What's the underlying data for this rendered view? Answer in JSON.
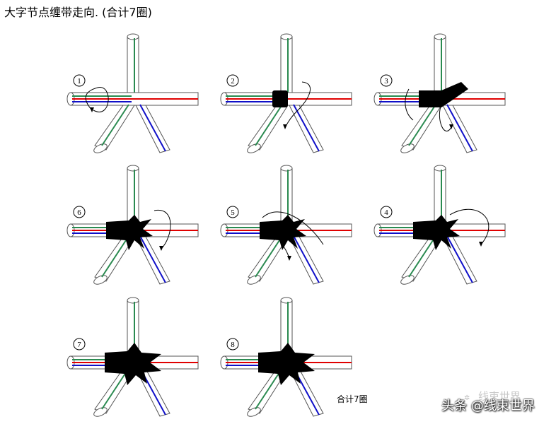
{
  "title": "大字节点缠带走向. (合计7圈)",
  "caption": "合计7圈",
  "watermark": "头条 @线束世界",
  "watermark_faint": "线束世界",
  "colors": {
    "outline": "#555555",
    "wire_red": "#e00000",
    "wire_blue": "#1010c8",
    "wire_green": "#2a8a50",
    "tape": "#000000"
  },
  "panels": [
    {
      "label": "1",
      "tape": "none",
      "arrow": "left-loop"
    },
    {
      "label": "2",
      "tape": "band",
      "arrow": "down-loop"
    },
    {
      "label": "3",
      "tape": "diag",
      "arrow": "cross-loop"
    },
    {
      "label": "6",
      "tape": "star",
      "arrow": "right-loop"
    },
    {
      "label": "5",
      "tape": "star",
      "arrow": "over-loop"
    },
    {
      "label": "4",
      "tape": "star",
      "arrow": "far-loop"
    },
    {
      "label": "7",
      "tape": "bigstar",
      "arrow": "none"
    },
    {
      "label": "8",
      "tape": "bigstar",
      "arrow": "none"
    }
  ]
}
